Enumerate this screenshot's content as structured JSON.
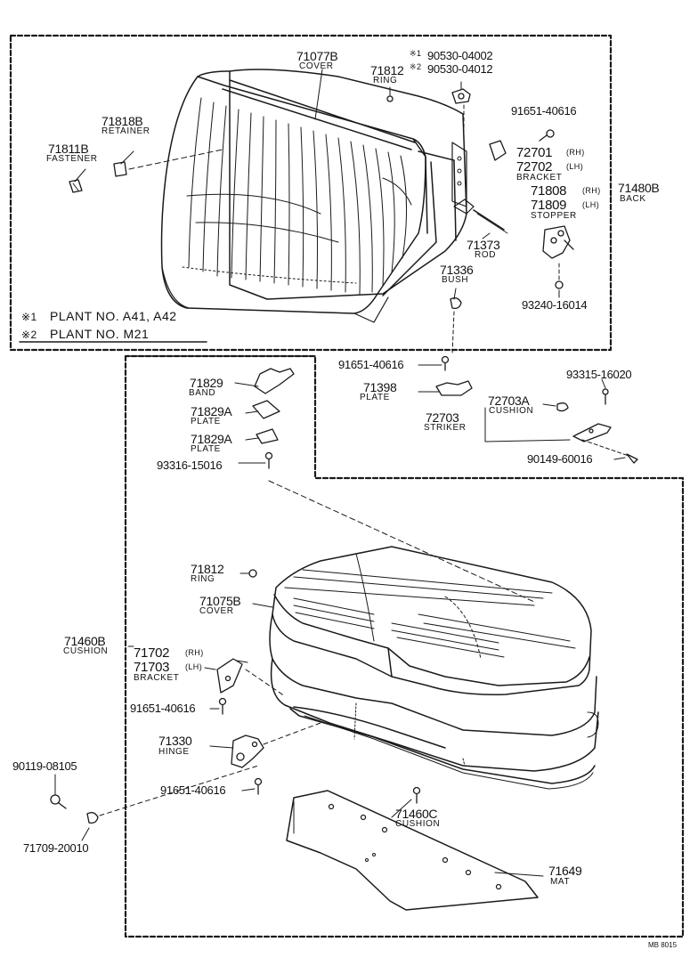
{
  "notes": {
    "n1_mark": "※1",
    "n1_text": "PLANT NO. A41, A42",
    "n2_mark": "※2",
    "n2_text": "PLANT NO. M21"
  },
  "parts": {
    "cover_back_no": "71077B",
    "cover_back_name": "COVER",
    "ring_top_no": "71812",
    "ring_top_name": "RING",
    "mark1": "※1",
    "bolt_a_no": "90530-04002",
    "mark2": "※2",
    "bolt_b_no": "90530-04012",
    "retainer_no": "71818B",
    "retainer_name": "RETAINER",
    "fastener_no": "71811B",
    "fastener_name": "FASTENER",
    "bolt_91651_a": "91651-40616",
    "bracket_rh_no": "72701",
    "rh1": "(RH)",
    "bracket_lh_no": "72702",
    "lh1": "(LH)",
    "bracket_name": "BRACKET",
    "stopper_rh_no": "71808",
    "rh2": "(RH)",
    "stopper_lh_no": "71809",
    "lh2": "(LH)",
    "stopper_name": "STOPPER",
    "back_no": "71480B",
    "back_name": "BACK",
    "rod_no": "71373",
    "rod_name": "ROD",
    "bush_no": "71336",
    "bush_name": "BUSH",
    "bolt_93240": "93240-16014",
    "bolt_91651_b": "91651-40616",
    "plate_71398_no": "71398",
    "plate_71398_name": "PLATE",
    "bolt_93315": "93315-16020",
    "band_no": "71829",
    "band_name": "BAND",
    "plate_a1_no": "71829A",
    "plate_a1_name": "PLATE",
    "plate_a2_no": "71829A",
    "plate_a2_name": "PLATE",
    "cushion_72703a_no": "72703A",
    "cushion_72703a_name": "CUSHION",
    "striker_no": "72703",
    "striker_name": "STRIKER",
    "bolt_93316": "93316-15016",
    "bolt_90149": "90149-60016",
    "ring_bot_no": "71812",
    "ring_bot_name": "RING",
    "cover_seat_no": "71075B",
    "cover_seat_name": "COVER",
    "cushion_assy_no": "71460B",
    "cushion_assy_name": "CUSHION",
    "bracket2_rh_no": "71702",
    "rh3": "(RH)",
    "bracket2_lh_no": "71703",
    "lh3": "(LH)",
    "bracket2_name": "BRACKET",
    "bolt_91651_c": "91651-40616",
    "hinge_no": "71330",
    "hinge_name": "HINGE",
    "screw_90119": "90119-08105",
    "bolt_91651_d": "91651-40616",
    "cushion_c_no": "71460C",
    "cushion_c_name": "CUSHION",
    "clip_71709": "71709-20010",
    "mat_no": "71649",
    "mat_name": "MAT"
  },
  "figure_code": "MB 8015"
}
